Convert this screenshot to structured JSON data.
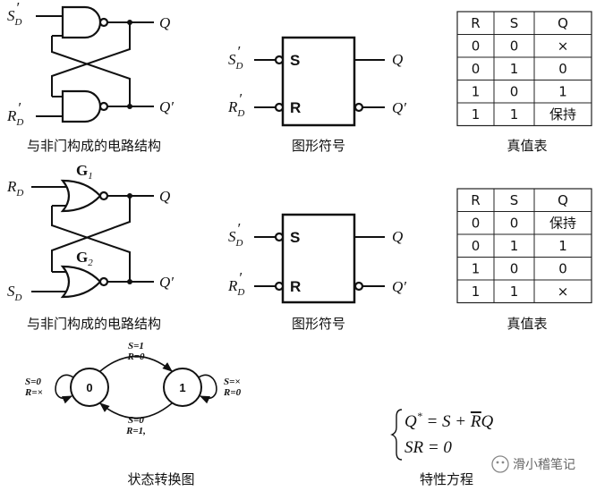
{
  "panel1": {
    "in_top": "S",
    "in_top_sub": "D",
    "in_bot": "R",
    "in_bot_sub": "D",
    "prime": "′",
    "out_q": "Q",
    "out_qn": "Q′",
    "caption": "与非门构成的电路结构"
  },
  "symbol1": {
    "in_top": "S",
    "in_top_sub": "D",
    "in_bot": "R",
    "in_bot_sub": "D",
    "prime": "′",
    "pin_s": "S",
    "pin_r": "R",
    "out_q": "Q",
    "out_qn": "Q′",
    "caption": "图形符号"
  },
  "table1": {
    "headers": [
      "R",
      "S",
      "Q"
    ],
    "rows": [
      [
        "0",
        "0",
        "×"
      ],
      [
        "0",
        "1",
        "0"
      ],
      [
        "1",
        "0",
        "1"
      ],
      [
        "1",
        "1",
        "保持"
      ]
    ],
    "caption": "真值表"
  },
  "panel2": {
    "gate1": "G",
    "gate1_sub": "1",
    "gate2": "G",
    "gate2_sub": "2",
    "in_top": "R",
    "in_top_sub": "D",
    "in_bot": "S",
    "in_bot_sub": "D",
    "out_q": "Q",
    "out_qn": "Q′",
    "caption": "与非门构成的电路结构"
  },
  "symbol2": {
    "in_top": "S",
    "in_top_sub": "D",
    "in_bot": "R",
    "in_bot_sub": "D",
    "prime": "′",
    "pin_s": "S",
    "pin_r": "R",
    "out_q": "Q",
    "out_qn": "Q′",
    "caption": "图形符号"
  },
  "table2": {
    "headers": [
      "R",
      "S",
      "Q"
    ],
    "rows": [
      [
        "0",
        "0",
        "保持"
      ],
      [
        "0",
        "1",
        "1"
      ],
      [
        "1",
        "0",
        "0"
      ],
      [
        "1",
        "1",
        "×"
      ]
    ],
    "caption": "真值表"
  },
  "state_diagram": {
    "state0": "0",
    "state1": "1",
    "arc_top": [
      "S=1",
      "R=0"
    ],
    "arc_bottom": [
      "S=0",
      "R=1,"
    ],
    "loop0": [
      "S=0",
      "R=×"
    ],
    "loop1": [
      "S=×",
      "R=0"
    ],
    "caption": "状态转换图"
  },
  "equation": {
    "line1_lhs": "Q",
    "line1_sup": "*",
    "line1_rhs_a": "= S + ",
    "line1_rhs_bar": "R",
    "line1_rhs_b": "Q",
    "line2": "SR = 0",
    "caption": "特性方程"
  },
  "watermark": "滑小稽笔记"
}
